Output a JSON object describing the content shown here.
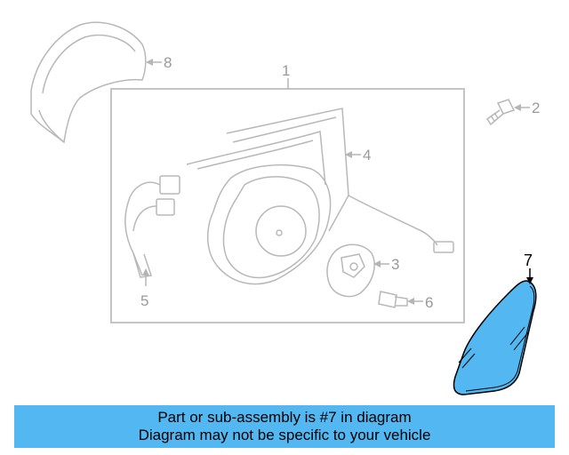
{
  "diagram": {
    "callouts": [
      {
        "id": "1",
        "label": "1"
      },
      {
        "id": "2",
        "label": "2"
      },
      {
        "id": "3",
        "label": "3"
      },
      {
        "id": "4",
        "label": "4"
      },
      {
        "id": "5",
        "label": "5"
      },
      {
        "id": "6",
        "label": "6"
      },
      {
        "id": "7",
        "label": "7"
      },
      {
        "id": "8",
        "label": "8"
      }
    ],
    "highlighted_part": "7",
    "colors": {
      "line": "#b5b5b5",
      "highlight_fill": "#53b8f2",
      "highlight_stroke": "#000000",
      "banner": "#53b8f2"
    }
  },
  "banner": {
    "line1": "Part or sub-assembly is #7 in diagram",
    "line2": "Diagram may not be specific to your vehicle"
  }
}
